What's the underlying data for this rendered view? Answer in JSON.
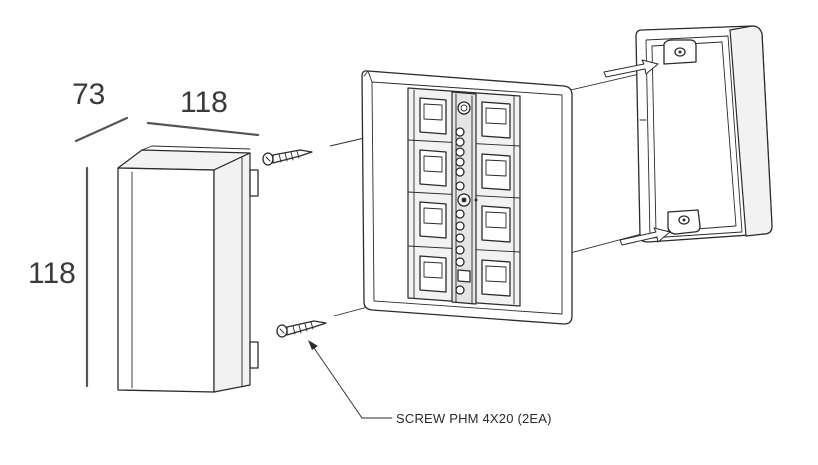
{
  "dimensions": {
    "depth": "73",
    "width": "118",
    "height": "118"
  },
  "callout": {
    "screw_label": "SCREW PHM 4X20 (2EA)"
  }
}
